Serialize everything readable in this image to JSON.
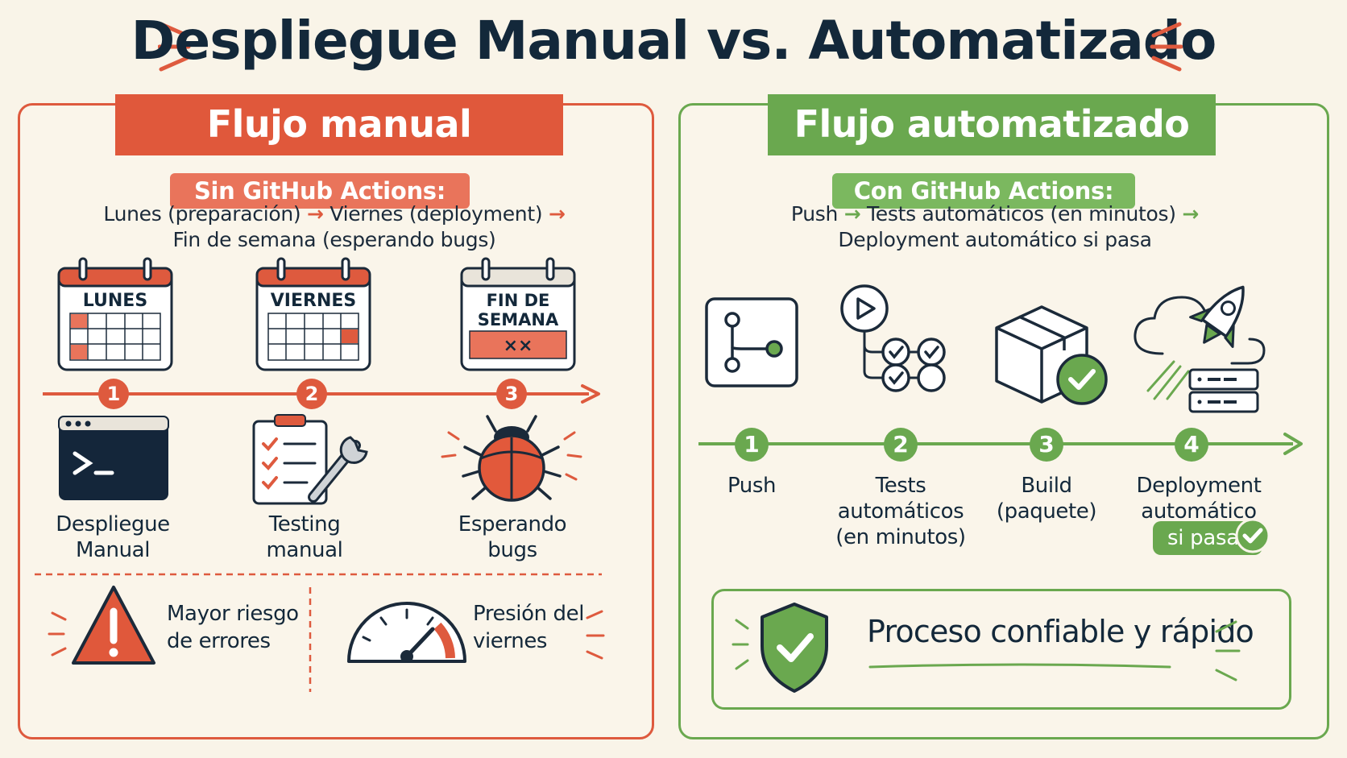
{
  "title": "Despliegue Manual vs. Automatizado",
  "colors": {
    "manual": "#de5a3e",
    "auto": "#6aa84f",
    "ink": "#13283a",
    "background": "#f9f4e8"
  },
  "manual": {
    "banner": "Flujo manual",
    "subtitle": "Sin GitHub Actions:",
    "flow_line1_a": "Lunes (preparación)",
    "flow_line1_b": "Viernes (deployment)",
    "flow_line2": "Fin de semana (esperando bugs)",
    "arrow": "→",
    "calendars": [
      {
        "label": "LUNES"
      },
      {
        "label": "VIERNES"
      },
      {
        "label_line1": "FIN DE",
        "label_line2": "SEMANA",
        "marks": "××"
      }
    ],
    "steps": [
      {
        "num": "1",
        "line1": "Despliegue",
        "line2": "Manual",
        "icon": "terminal-icon"
      },
      {
        "num": "2",
        "line1": "Testing",
        "line2": "manual",
        "icon": "checklist-wrench-icon"
      },
      {
        "num": "3",
        "line1": "Esperando",
        "line2": "bugs",
        "icon": "bug-icon"
      }
    ],
    "risks": [
      {
        "line1": "Mayor riesgo",
        "line2": "de errores",
        "icon": "warning-icon"
      },
      {
        "line1": "Presión del",
        "line2": "viernes",
        "icon": "gauge-icon"
      }
    ]
  },
  "auto": {
    "banner": "Flujo automatizado",
    "subtitle": "Con GitHub Actions:",
    "flow_line1_a": "Push",
    "flow_line1_b": "Tests automáticos (en minutos)",
    "flow_line2": "Deployment automático si pasa",
    "arrow": "→",
    "steps": [
      {
        "num": "1",
        "line1": "Push",
        "line2": "",
        "icon": "git-branch-icon"
      },
      {
        "num": "2",
        "line1": "Tests automáticos",
        "line2": "(en minutos)",
        "icon": "pipeline-checks-icon"
      },
      {
        "num": "3",
        "line1": "Build",
        "line2": "(paquete)",
        "icon": "package-check-icon"
      },
      {
        "num": "4",
        "line1": "Deployment",
        "line2": "automático",
        "icon": "rocket-server-icon"
      }
    ],
    "si_pasa": "si pasa",
    "proceso": "Proceso confiable y rápido"
  }
}
